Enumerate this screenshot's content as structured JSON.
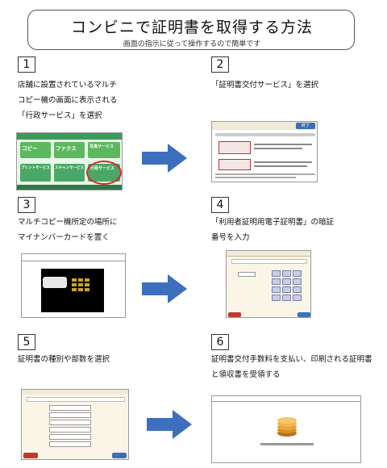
{
  "header": {
    "title": "コンビニで証明書を取得する方法",
    "subtitle": "画面の指示に従って操作するので簡単です"
  },
  "steps": [
    {
      "number": "1",
      "text": "店舗に設置されているマルチ\nコピー機の画面に表示される\n「行政サービス」を選択"
    },
    {
      "number": "2",
      "text": "「証明書交付サービス」を選択"
    },
    {
      "number": "3",
      "text": "マルチコピー機所定の場所に\nマイナンバーカードを置く"
    },
    {
      "number": "4",
      "text": "「利用者証明用電子証明書」の暗証\n番号を入力"
    },
    {
      "number": "5",
      "text": "証明書の種別や部数を選択"
    },
    {
      "number": "6",
      "text": "証明書交付手数料を支払い、印刷される証明書\nと領収書を受領する"
    }
  ],
  "screen1": {
    "tiles": [
      "コピー",
      "ファクス",
      "写真サービス",
      "プリントサービス",
      "スキャンサービス",
      "行政サービス"
    ],
    "highlight": "行政サービス"
  },
  "screen2": {
    "top_button": "終了"
  },
  "colors": {
    "arrow": "#3e6fbf",
    "highlight": "#d92b2b",
    "tile_green": "#5cb85c",
    "keypad": "#c8cde6"
  }
}
